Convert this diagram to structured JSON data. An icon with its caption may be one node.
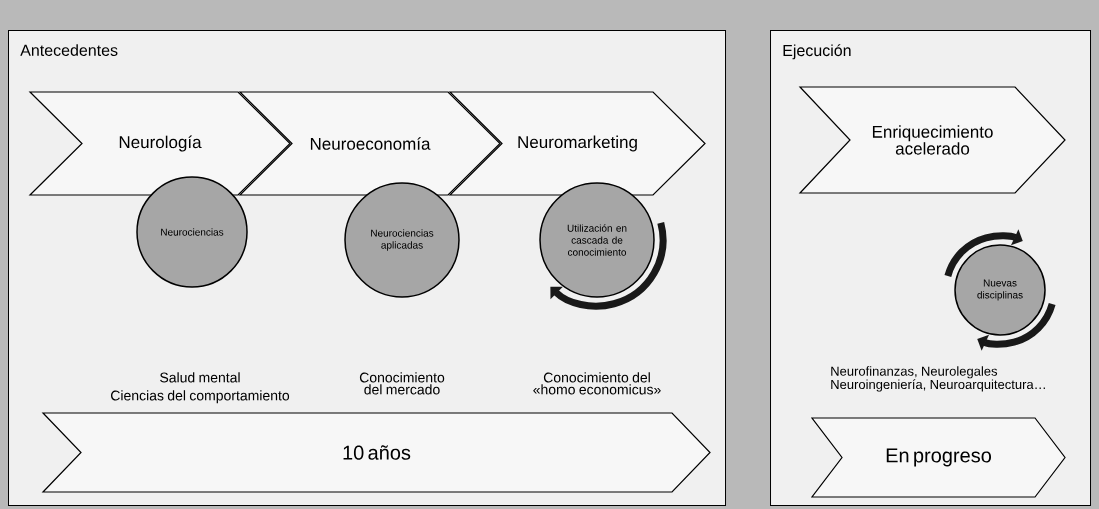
{
  "diagram": {
    "nodes": [
      {
        "text": [
          "Antecedentes"
        ]
      },
      {
        "text": [
          "Neurología"
        ],
        "in": 0
      },
      {
        "text": [
          "Neuroeconomía"
        ],
        "in": 0
      },
      {
        "text": [
          "Neuromarketing"
        ],
        "in": 0
      },
      {
        "text": [
          "Neurociencias"
        ],
        "in": 0
      },
      {
        "text": [
          "Neurociencias aplicadas"
        ],
        "in": 0
      },
      {
        "text": [
          "Utilización en cascada de conocimiento"
        ],
        "in": 0
      },
      {
        "text": [
          "10 años"
        ],
        "in": 0
      },
      {
        "text": [
          "Ejecución"
        ]
      },
      {
        "text": [
          "Enriquecimiento acelerado"
        ],
        "in": 8
      },
      {
        "text": [
          "Nuevas disciplinas"
        ],
        "in": 8,
        "beside": [
          "Neurofinanzas, Neurolegales Neuroingeniería, Neuroarquitectura…"
        ]
      },
      {
        "text": [
          "En progreso"
        ],
        "in": 8
      }
    ],
    "labels": [
      "Salud mental",
      "Ciencias del comportamiento",
      "Conocimiento del mercado",
      "Conocimiento del «homo economicus»"
    ]
  }
}
